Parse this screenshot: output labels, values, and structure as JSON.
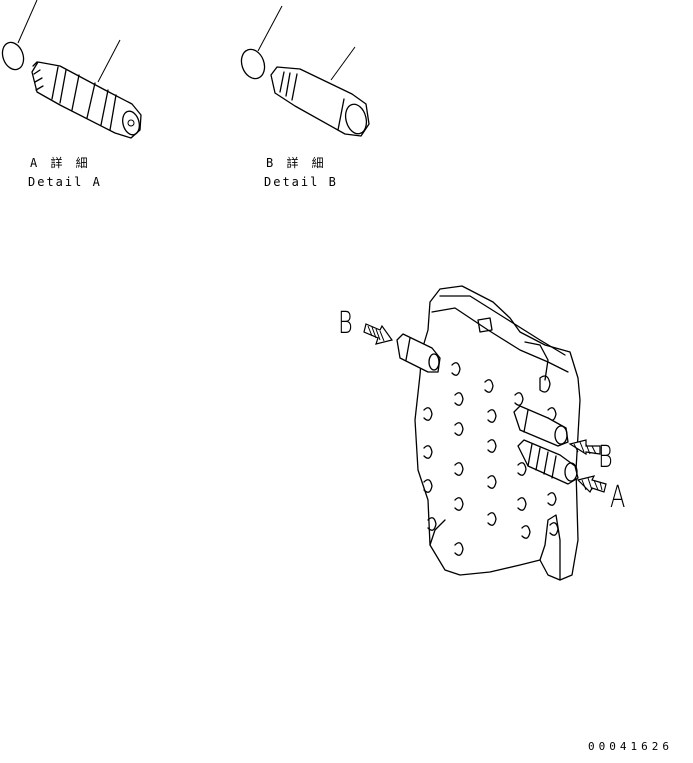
{
  "detail_a": {
    "title_ja": "A 詳 細",
    "title_en": "Detail A"
  },
  "detail_b": {
    "title_ja": "B 詳 細",
    "title_en": "Detail B"
  },
  "callouts": {
    "b": "B",
    "b_right": "B",
    "a_right": "A"
  },
  "drawing_number": "00041626"
}
